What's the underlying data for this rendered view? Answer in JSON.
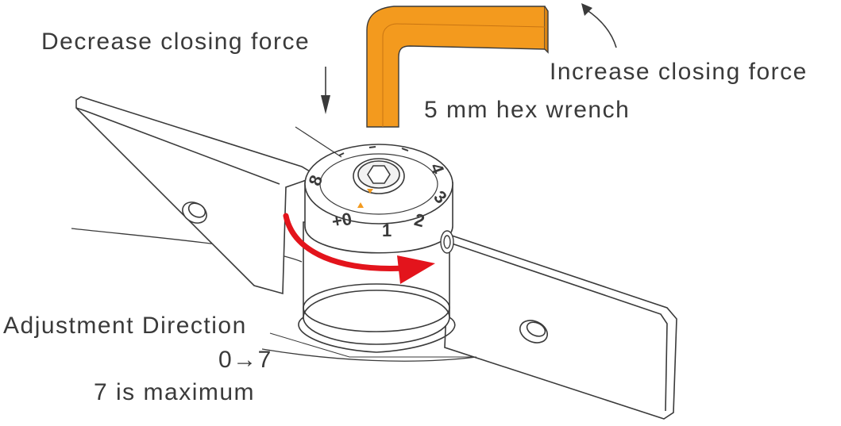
{
  "labels": {
    "decrease": "Decrease closing force",
    "increase": "Increase closing force",
    "wrench": "5 mm hex wrench",
    "adjustment_title": "Adjustment Direction",
    "adjustment_range": "0→7",
    "adjustment_max": "7 is maximum"
  },
  "dial": {
    "scale_marks": [
      "8",
      "+0",
      "1",
      "2",
      "3",
      "4"
    ]
  },
  "colors": {
    "wrench": "#f39a1e",
    "arrow": "#e3141c",
    "marker": "#f39a1e",
    "line": "#3a3a3a"
  },
  "icons": [
    "down-arrow-icon",
    "curved-arrow-icon",
    "rotation-arrow-icon",
    "hex-socket-icon"
  ]
}
